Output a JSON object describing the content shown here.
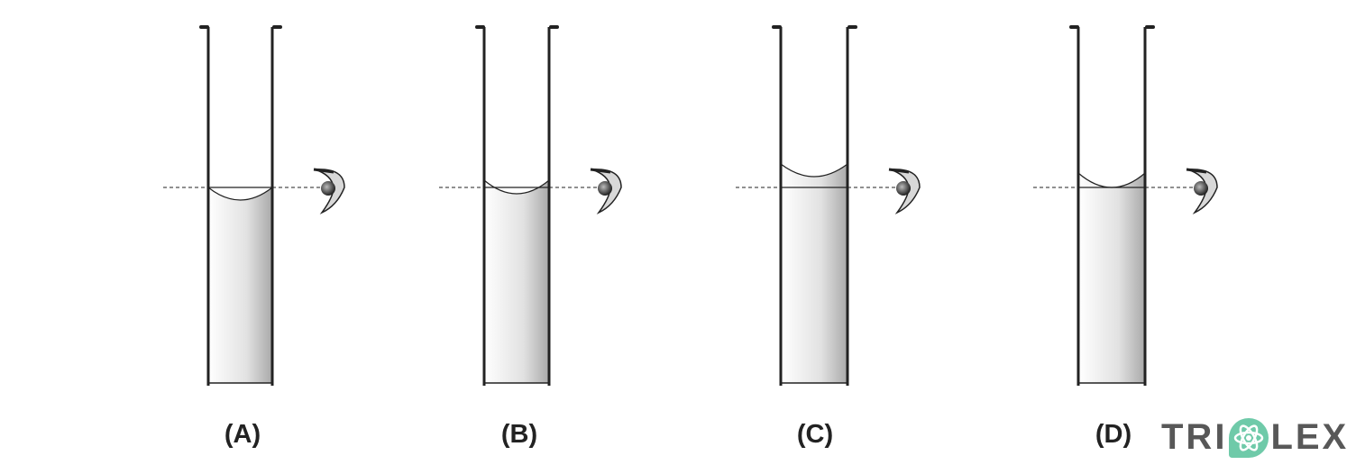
{
  "panels": [
    {
      "label": "(A)"
    },
    {
      "label": "(B)"
    },
    {
      "label": "(C)"
    },
    {
      "label": "(D)"
    }
  ],
  "watermark": {
    "text_left": "TRI",
    "text_right": "LEX",
    "full": "TRIOLEX"
  },
  "colors": {
    "liquid_light": "#ffffff",
    "liquid_dark": "#a9a9a9",
    "logo_green": "#6fcaa9",
    "logo_gray": "#585858"
  }
}
